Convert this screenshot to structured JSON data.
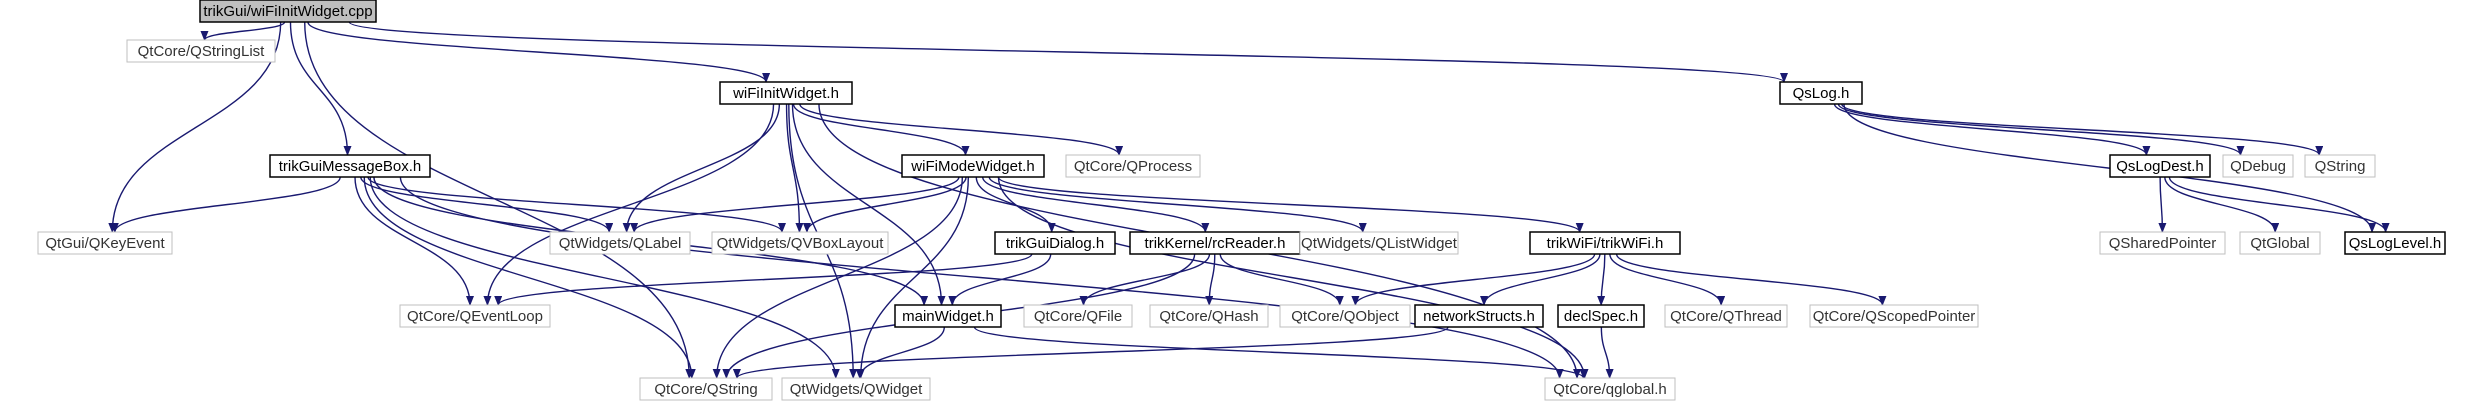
{
  "nodes": [
    {
      "id": "root",
      "label": "trikGui/wiFiInitWidget.cpp",
      "kind": "root"
    },
    {
      "id": "qstringlist",
      "label": "QtCore/QStringList",
      "kind": "system"
    },
    {
      "id": "wifiinit_h",
      "label": "wiFiInitWidget.h",
      "kind": "header"
    },
    {
      "id": "qslog",
      "label": "QsLog.h",
      "kind": "header"
    },
    {
      "id": "msgbox",
      "label": "trikGuiMessageBox.h",
      "kind": "header"
    },
    {
      "id": "wifimode",
      "label": "wiFiModeWidget.h",
      "kind": "header"
    },
    {
      "id": "qprocess",
      "label": "QtCore/QProcess",
      "kind": "system"
    },
    {
      "id": "qslogdest",
      "label": "QsLogDest.h",
      "kind": "header"
    },
    {
      "id": "qdebug",
      "label": "QDebug",
      "kind": "system"
    },
    {
      "id": "qstring_plain",
      "label": "QString",
      "kind": "system"
    },
    {
      "id": "qkeyevent",
      "label": "QtGui/QKeyEvent",
      "kind": "system"
    },
    {
      "id": "qlabel",
      "label": "QtWidgets/QLabel",
      "kind": "system"
    },
    {
      "id": "qvboxlayout",
      "label": "QtWidgets/QVBoxLayout",
      "kind": "system"
    },
    {
      "id": "trikguidialog",
      "label": "trikGuiDialog.h",
      "kind": "header"
    },
    {
      "id": "rcreader",
      "label": "trikKernel/rcReader.h",
      "kind": "header"
    },
    {
      "id": "qlistwidget",
      "label": "QtWidgets/QListWidget",
      "kind": "system"
    },
    {
      "id": "trikwifi",
      "label": "trikWiFi/trikWiFi.h",
      "kind": "header"
    },
    {
      "id": "qsharedpointer",
      "label": "QSharedPointer",
      "kind": "system"
    },
    {
      "id": "qglobal_plain",
      "label": "QtGlobal",
      "kind": "system"
    },
    {
      "id": "qsloglevel",
      "label": "QsLogLevel.h",
      "kind": "header"
    },
    {
      "id": "qeventloop",
      "label": "QtCore/QEventLoop",
      "kind": "system"
    },
    {
      "id": "mainwidget",
      "label": "mainWidget.h",
      "kind": "header"
    },
    {
      "id": "qfile",
      "label": "QtCore/QFile",
      "kind": "system"
    },
    {
      "id": "qhash",
      "label": "QtCore/QHash",
      "kind": "system"
    },
    {
      "id": "qobject",
      "label": "QtCore/QObject",
      "kind": "system"
    },
    {
      "id": "networkstructs",
      "label": "networkStructs.h",
      "kind": "header"
    },
    {
      "id": "declspec",
      "label": "declSpec.h",
      "kind": "header"
    },
    {
      "id": "qthread",
      "label": "QtCore/QThread",
      "kind": "system"
    },
    {
      "id": "qscopedpointer",
      "label": "QtCore/QScopedPointer",
      "kind": "system"
    },
    {
      "id": "qstring",
      "label": "QtCore/QString",
      "kind": "system"
    },
    {
      "id": "qwidget",
      "label": "QtWidgets/QWidget",
      "kind": "system"
    },
    {
      "id": "qglobal_h",
      "label": "QtCore/qglobal.h",
      "kind": "system"
    }
  ],
  "edges": [
    [
      "root",
      "qstringlist"
    ],
    [
      "root",
      "wifiinit_h"
    ],
    [
      "root",
      "qslog"
    ],
    [
      "root",
      "msgbox"
    ],
    [
      "root",
      "qkeyevent"
    ],
    [
      "root",
      "qstring"
    ],
    [
      "wifiinit_h",
      "wifimode"
    ],
    [
      "wifiinit_h",
      "qprocess"
    ],
    [
      "wifiinit_h",
      "qlabel"
    ],
    [
      "wifiinit_h",
      "qvboxlayout"
    ],
    [
      "wifiinit_h",
      "qeventloop"
    ],
    [
      "wifiinit_h",
      "mainwidget"
    ],
    [
      "wifiinit_h",
      "qwidget"
    ],
    [
      "wifiinit_h",
      "qglobal_h"
    ],
    [
      "qslog",
      "qslogdest"
    ],
    [
      "qslog",
      "qdebug"
    ],
    [
      "qslog",
      "qstring_plain"
    ],
    [
      "qslog",
      "qsloglevel"
    ],
    [
      "qslogdest",
      "qsharedpointer"
    ],
    [
      "qslogdest",
      "qglobal_plain"
    ],
    [
      "qslogdest",
      "qsloglevel"
    ],
    [
      "msgbox",
      "qkeyevent"
    ],
    [
      "msgbox",
      "qlabel"
    ],
    [
      "msgbox",
      "qvboxlayout"
    ],
    [
      "msgbox",
      "qeventloop"
    ],
    [
      "msgbox",
      "mainwidget"
    ],
    [
      "msgbox",
      "qstring"
    ],
    [
      "msgbox",
      "qwidget"
    ],
    [
      "msgbox",
      "qglobal_h"
    ],
    [
      "wifimode",
      "qlabel"
    ],
    [
      "wifimode",
      "qvboxlayout"
    ],
    [
      "wifimode",
      "qlistwidget"
    ],
    [
      "wifimode",
      "trikguidialog"
    ],
    [
      "wifimode",
      "rcreader"
    ],
    [
      "wifimode",
      "trikwifi"
    ],
    [
      "wifimode",
      "qstring"
    ],
    [
      "wifimode",
      "qwidget"
    ],
    [
      "wifimode",
      "qglobal_h"
    ],
    [
      "trikguidialog",
      "qeventloop"
    ],
    [
      "trikguidialog",
      "mainwidget"
    ],
    [
      "rcreader",
      "qfile"
    ],
    [
      "rcreader",
      "qhash"
    ],
    [
      "rcreader",
      "qobject"
    ],
    [
      "rcreader",
      "qstring"
    ],
    [
      "trikwifi",
      "qobject"
    ],
    [
      "trikwifi",
      "networkstructs"
    ],
    [
      "trikwifi",
      "declspec"
    ],
    [
      "trikwifi",
      "qthread"
    ],
    [
      "trikwifi",
      "qscopedpointer"
    ],
    [
      "mainwidget",
      "qwidget"
    ],
    [
      "mainwidget",
      "qglobal_h"
    ],
    [
      "networkstructs",
      "qstring"
    ],
    [
      "declspec",
      "qglobal_h"
    ]
  ],
  "colors": {
    "edge": "#191970",
    "header_border": "#000000",
    "system_border": "#bfbfbf",
    "root_fill": "#bfbfbf",
    "text": "#000000",
    "system_text": "#333333"
  }
}
